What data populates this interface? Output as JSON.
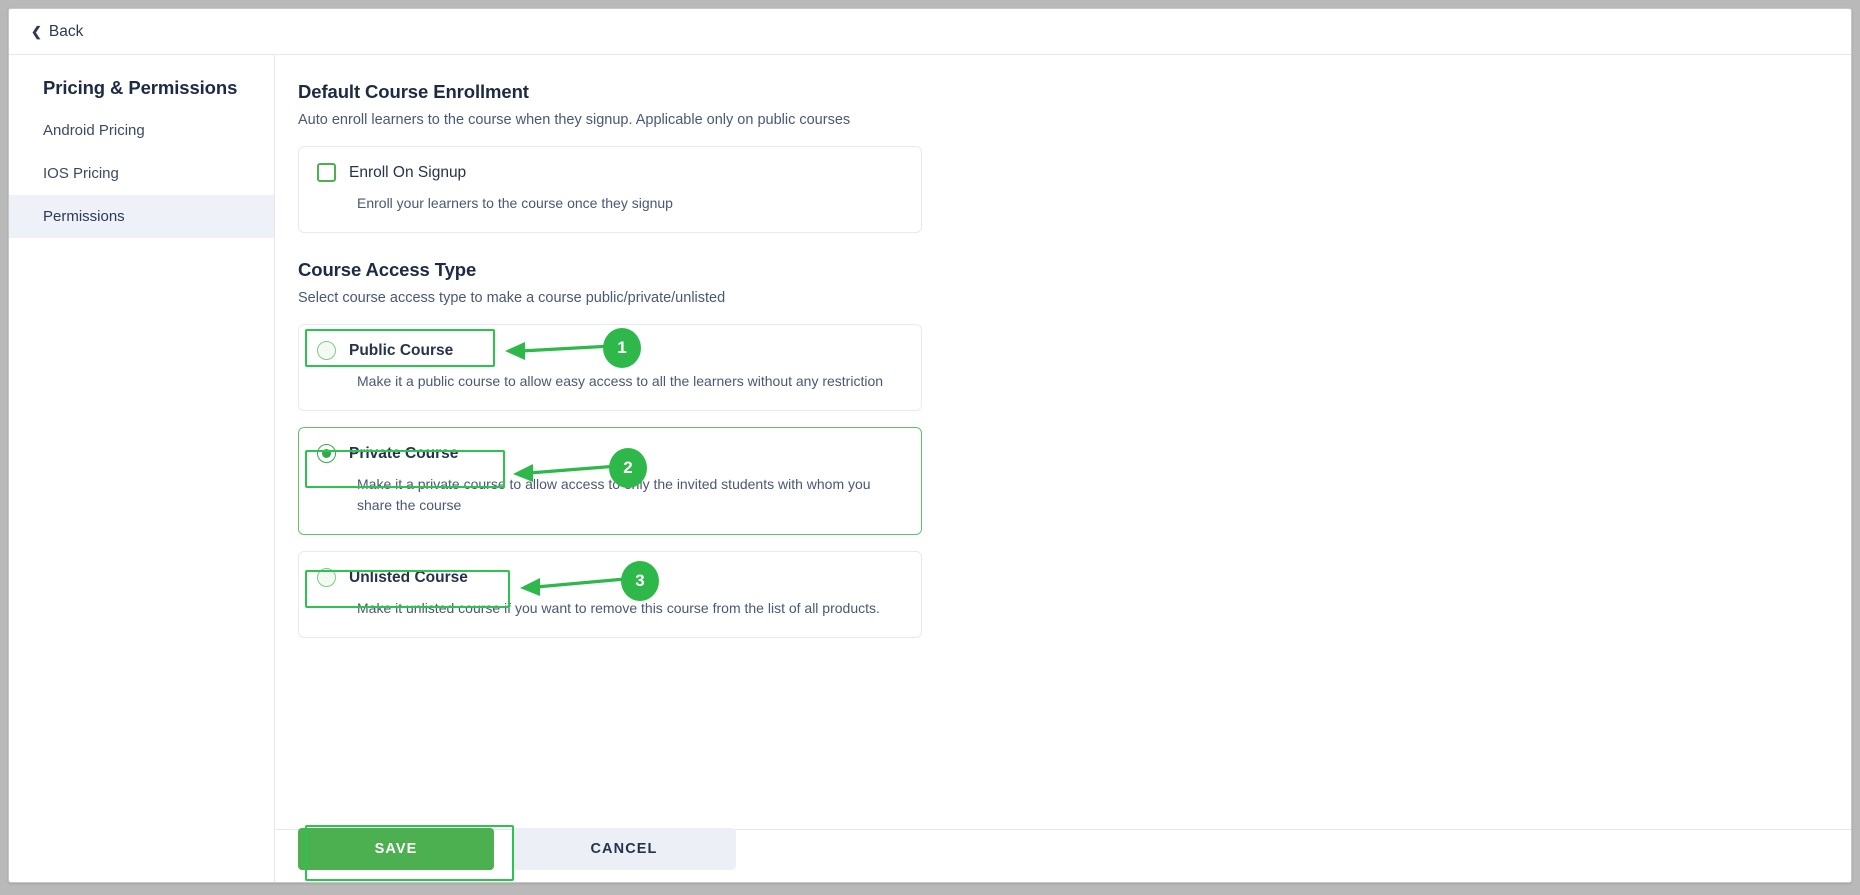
{
  "topbar": {
    "back_label": "Back",
    "back_icon": "chevron-left-icon"
  },
  "sidebar": {
    "title": "Pricing & Permissions",
    "items": [
      {
        "label": "Android Pricing",
        "active": false
      },
      {
        "label": "IOS Pricing",
        "active": false
      },
      {
        "label": "Permissions",
        "active": true
      }
    ]
  },
  "enrollment": {
    "title": "Default Course Enrollment",
    "subtitle": "Auto enroll learners to the course when they signup. Applicable only on public courses",
    "option": {
      "label": "Enroll On Signup",
      "description": "Enroll your learners to the course once they signup",
      "checked": false
    }
  },
  "access": {
    "title": "Course Access Type",
    "subtitle": "Select course access type to make a course public/private/unlisted",
    "options": [
      {
        "label": "Public Course",
        "description": "Make it a public course to allow easy access to all the learners without any restriction",
        "selected": false,
        "badge": "1"
      },
      {
        "label": "Private Course",
        "description": "Make it a private course to allow access to only the invited students with whom you share the course",
        "selected": true,
        "badge": "2"
      },
      {
        "label": "Unlisted Course",
        "description": "Make it unlisted course if you want to remove this course from the list of all products.",
        "selected": false,
        "badge": "3"
      }
    ]
  },
  "footer": {
    "save_label": "SAVE",
    "cancel_label": "CANCEL"
  },
  "colors": {
    "accent_green": "#4caf50",
    "badge_green": "#2eb84a",
    "highlight_green": "#2ec24f",
    "sidebar_active_bg": "#eef1f8",
    "text_dark": "#1d2a43"
  }
}
